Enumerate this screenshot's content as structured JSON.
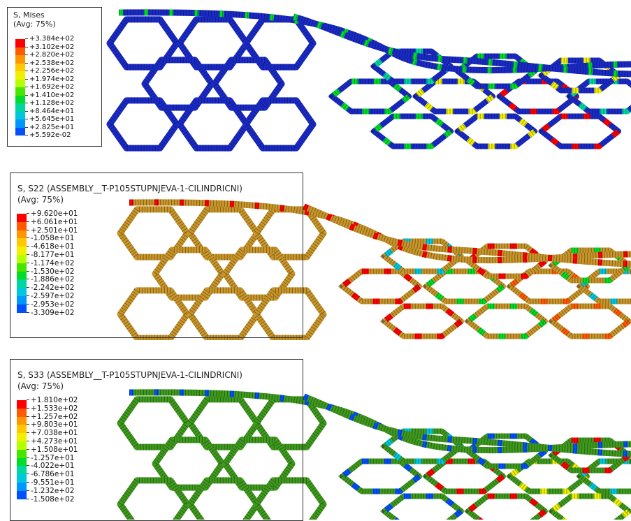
{
  "panels": [
    {
      "title": "S, Mises",
      "avg": "(Avg: 75%)",
      "base_color": "#1a2bc9",
      "labels": [
        "+3.384e+02",
        "+3.102e+02",
        "+2.820e+02",
        "+2.538e+02",
        "+2.256e+02",
        "+1.974e+02",
        "+1.692e+02",
        "+1.410e+02",
        "+1.128e+02",
        "+8.464e+01",
        "+5.645e+01",
        "+2.825e+01",
        "+5.592e-02"
      ]
    },
    {
      "title": "S, S22 (ASSEMBLY__T-P105STUPNJEVA-1-CILINDRICNI)",
      "avg": "(Avg: 75%)",
      "base_color": "#c9962a",
      "labels": [
        "+9.620e+01",
        "+6.061e+01",
        "+2.501e+01",
        "-1.058e+01",
        "-4.618e+01",
        "-8.177e+01",
        "-1.174e+02",
        "-1.530e+02",
        "-1.886e+02",
        "-2.242e+02",
        "-2.597e+02",
        "-2.953e+02",
        "-3.309e+02"
      ]
    },
    {
      "title": "S, S33 (ASSEMBLY__T-P105STUPNJEVA-1-CILINDRICNI)",
      "avg": "(Avg: 75%)",
      "base_color": "#3f9b1e",
      "labels": [
        "+1.810e+02",
        "+1.533e+02",
        "+1.257e+02",
        "+9.803e+01",
        "+7.038e+01",
        "+4.273e+01",
        "+1.508e+01",
        "-1.257e+01",
        "-4.022e+01",
        "-6.786e+01",
        "-9.551e+01",
        "-1.232e+02",
        "-1.508e+02"
      ]
    }
  ],
  "colormap": [
    "#ff0000",
    "#ff5a00",
    "#ff9600",
    "#ffc800",
    "#f0f000",
    "#b4ff00",
    "#46e600",
    "#00dc28",
    "#00d7a0",
    "#00c8dc",
    "#0096ff",
    "#0050ff",
    "#0000ff"
  ]
}
